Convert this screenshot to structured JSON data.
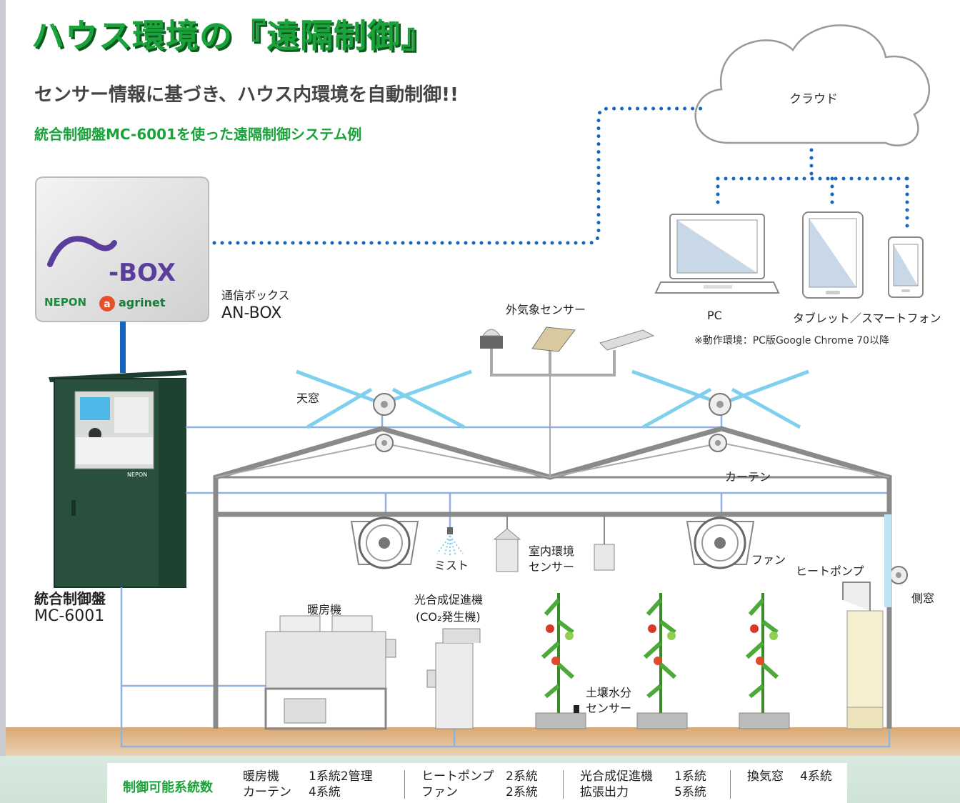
{
  "title": "ハウス環境の『遠隔制御』",
  "subtitle": "センサー情報に基づき、ハウス内環境を自動制御!!",
  "subtitle2": "統合制御盤MC-6001を使った遠隔制御システム例",
  "cloud": "クラウド",
  "anbox": {
    "brand": "-BOX",
    "maker1": "NEPON",
    "maker2": "agrinet",
    "label1": "通信ボックス",
    "label2": "AN-BOX"
  },
  "mc": {
    "label1": "統合制御盤",
    "label2": "MC-6001",
    "panel_brand": "NEPON"
  },
  "devices": {
    "pc": "PC",
    "tablet": "タブレット／スマートフォン",
    "note": "※動作環境：PC版Google Chrome 70以降"
  },
  "labels": {
    "outdoor_sensor": "外気象センサー",
    "skylight": "天窓",
    "curtain": "カーテン",
    "mist": "ミスト",
    "indoor_sensor1": "室内環境",
    "indoor_sensor2": "センサー",
    "fan": "ファン",
    "heat_pump": "ヒートポンプ",
    "side_window": "側窓",
    "heater": "暖房機",
    "photo1": "光合成促進機",
    "photo2": "(CO₂発生機)",
    "soil1": "土壌水分",
    "soil2": "センサー"
  },
  "table": {
    "heading": "制御可能系統数",
    "cols": [
      {
        "rows": [
          [
            "暖房機",
            "1系統2管理"
          ],
          [
            "カーテン",
            "4系統"
          ]
        ]
      },
      {
        "rows": [
          [
            "ヒートポンプ",
            "2系統"
          ],
          [
            "ファン",
            "2系統"
          ]
        ]
      },
      {
        "rows": [
          [
            "光合成促進機",
            "1系統"
          ],
          [
            "拡張出力",
            "5系統"
          ]
        ]
      },
      {
        "rows": [
          [
            "換気窓",
            "4系統"
          ]
        ]
      }
    ]
  },
  "colors": {
    "accent": "#19a33a",
    "dotted": "#1565c0",
    "wire": "#8fb3e0",
    "ground": "#d9a873"
  }
}
